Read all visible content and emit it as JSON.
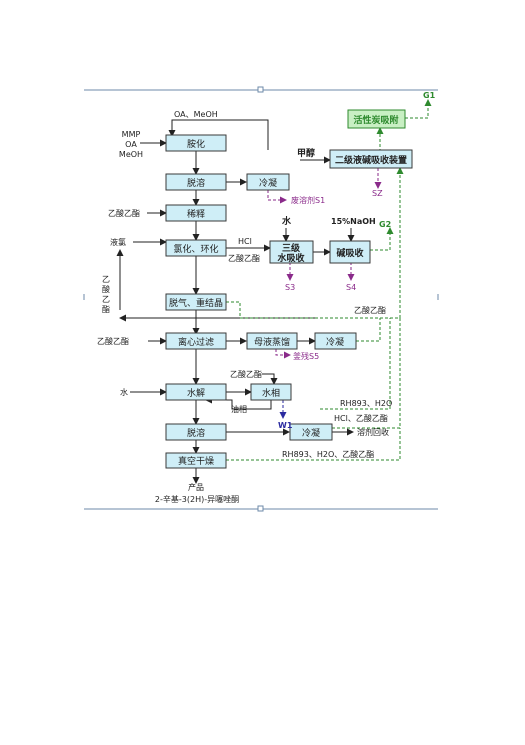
{
  "colors": {
    "box_fill": "#cfeef7",
    "box_border": "#3a3a3a",
    "green_box_fill": "#c8efc3",
    "green": "#2e8a2e",
    "purple": "#8a2a8a",
    "blue": "#2a2aa0",
    "frame": "#6c8aa8"
  },
  "boxes": {
    "amination": "胺化",
    "desolvent1": "脱溶",
    "condense1": "冷凝",
    "dilute": "稀释",
    "chlor_cyclize": "氯化、环化",
    "three_stage_water": [
      "三级",
      "水吸收"
    ],
    "alkali_absorb": "碱吸收",
    "degas_recryst": "脱气、重结晶",
    "centrifuge": "离心过滤",
    "mother_liquor_evap": "母液蒸馏",
    "condense2": "冷凝",
    "hydrolysis": "水解",
    "water_phase": "水相",
    "desolvent2": "脱溶",
    "condense3": "冷凝",
    "vacuum_dry": "真空干燥",
    "activated_carbon": "活性炭吸附",
    "two_stage_alkali": "二级液碱吸收装置"
  },
  "labels": {
    "oa_meoh": "OA、MeOH",
    "mmp": "MMP",
    "oa": "OA",
    "meoh_in": "MeOH",
    "methanol": "甲醇",
    "waste_solvent": "废溶剂S1",
    "ethyl_acetate1": "乙酸乙酯",
    "liquid_chlorine": "液氯",
    "hcl1": "HCl",
    "ethyl_acetate2": "乙酸乙酯",
    "water1": "水",
    "naoh": "15%NaOH",
    "s3": "S3",
    "s4": "S4",
    "g2": "G2",
    "g1": "G1",
    "sz": "SZ",
    "side_ethyl_acetate": [
      "乙",
      "酸",
      "乙",
      "酯"
    ],
    "ethyl_acetate3": "乙酸乙酯",
    "ethyl_acetate4": "乙酸乙酯",
    "residue_s5": "釜残S5",
    "ethyl_acetate5": "乙酸乙酯",
    "water2": "水",
    "oil_phase": "油相",
    "w1": "W1",
    "rh_h2o": "RH893、H2O",
    "hcl_ea": "HCl、乙酸乙酯",
    "solvent_recovery": "溶剂回收",
    "rh_h2o_ea": "RH893、H2O、乙酸乙酯",
    "product": "产品",
    "product_name": "2-辛基-3(2H)-异噻唑酮"
  }
}
